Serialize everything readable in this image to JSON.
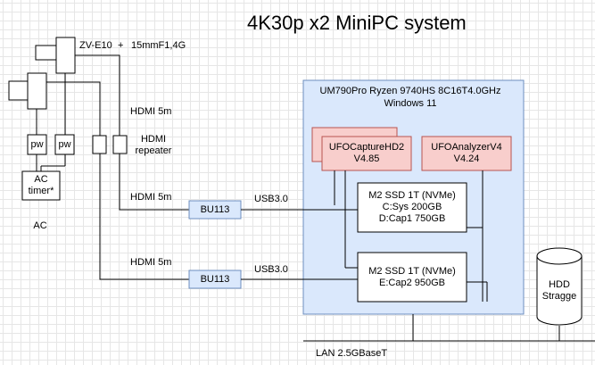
{
  "diagram": {
    "title": "4K30p x2 MiniPC system",
    "camera": {
      "model": "ZV-E10",
      "plus": "+",
      "lens": "15mmF1,4G"
    },
    "power": {
      "pw_left": "pw",
      "pw_right": "pw",
      "ac_timer": "AC\ntimer*",
      "ac": "AC"
    },
    "cables": {
      "hdmi_top": "HDMI 5m",
      "hdmi_repeater": "HDMI\nrepeater",
      "hdmi_mid": "HDMI 5m",
      "hdmi_low": "HDMI 5m",
      "usb_top": "USB3.0",
      "usb_low": "USB3.0"
    },
    "capture": {
      "bu113_top": "BU113",
      "bu113_low": "BU113"
    },
    "minipc": {
      "title": "UM790Pro Ryzen 9740HS 8C16T4.0GHz\nWindows 11",
      "ufo_capture": "UFOCaptureHD2\nV4.85",
      "ufo_analyzer": "UFOAnalyzerV4\nV4.24",
      "ssd1": "M2 SSD 1T (NVMe)\nC:Sys 200GB\nD:Cap1 750GB",
      "ssd2": "M2 SSD 1T (NVMe)\nE:Cap2 950GB"
    },
    "hdd": "HDD\nStragge",
    "lan": "LAN 2.5GBaseT",
    "colors": {
      "pc_fill": "#dae8fc",
      "pc_stroke": "#6c8ebf",
      "app_fill": "#f8cecc",
      "app_stroke": "#b85450",
      "grid": "#e6e6e6"
    }
  }
}
